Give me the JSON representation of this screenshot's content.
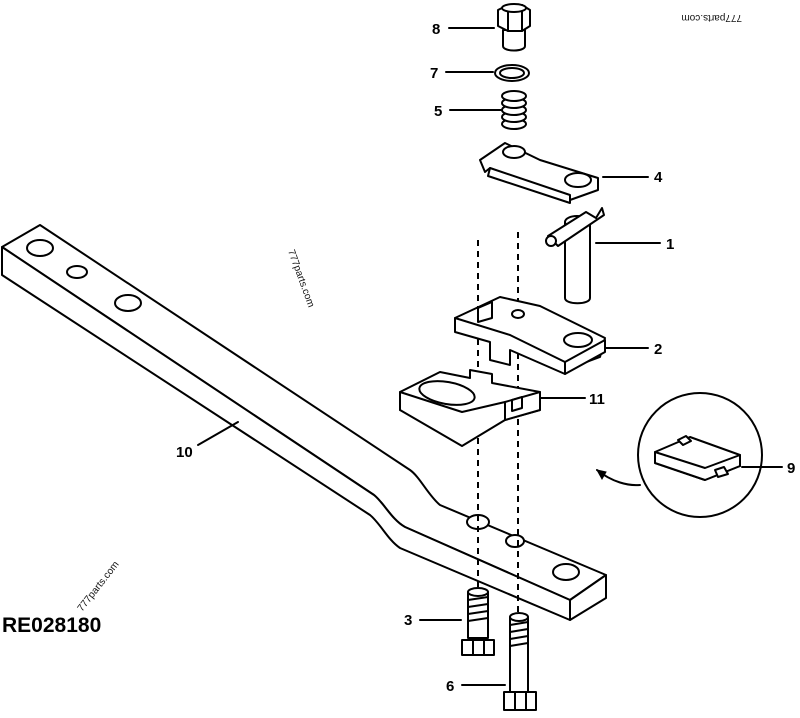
{
  "diagram": {
    "code": "RE028180",
    "watermark": "777parts.com",
    "callouts": [
      {
        "id": "1",
        "label": "1"
      },
      {
        "id": "2",
        "label": "2"
      },
      {
        "id": "3",
        "label": "3"
      },
      {
        "id": "4",
        "label": "4"
      },
      {
        "id": "5",
        "label": "5"
      },
      {
        "id": "6",
        "label": "6"
      },
      {
        "id": "7",
        "label": "7"
      },
      {
        "id": "8",
        "label": "8"
      },
      {
        "id": "9",
        "label": "9"
      },
      {
        "id": "10",
        "label": "10"
      },
      {
        "id": "11",
        "label": "11"
      }
    ]
  }
}
